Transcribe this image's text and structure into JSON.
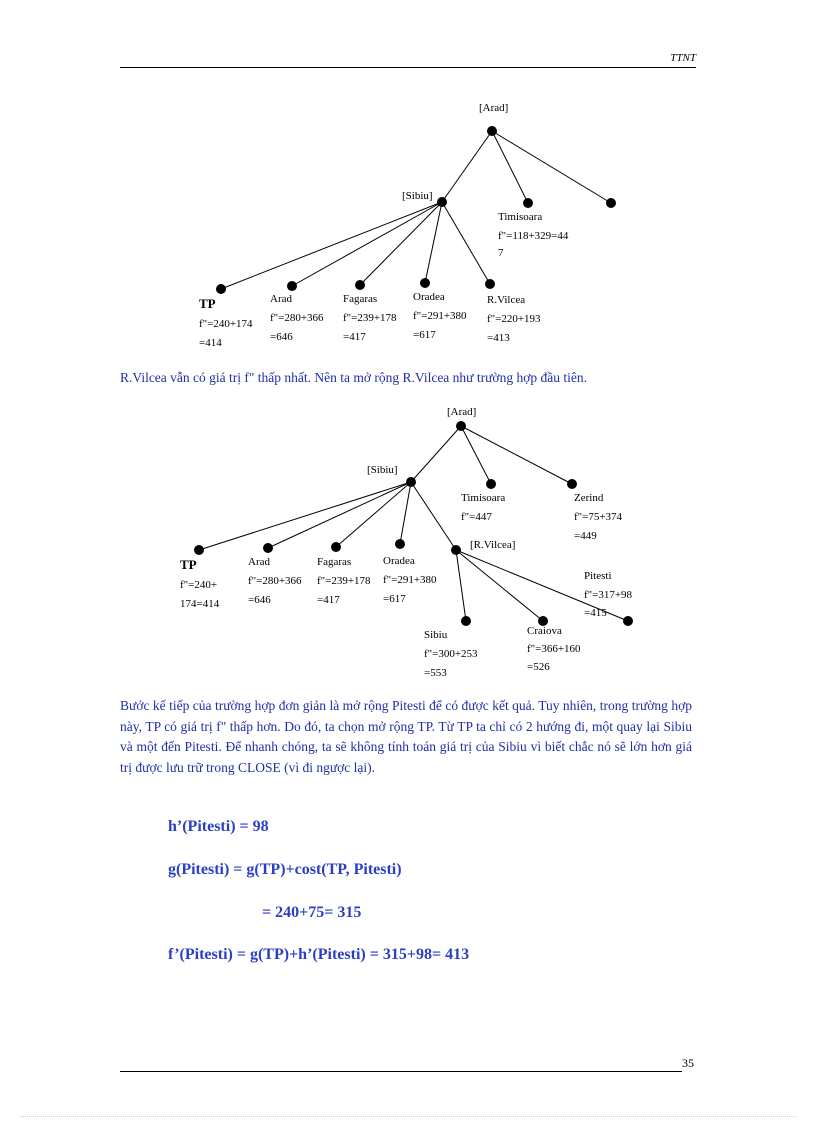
{
  "header": {
    "title": "TTNT"
  },
  "footer": {
    "page_number": "35"
  },
  "tree1": {
    "root": "[Arad]",
    "sibiu": "[Sibiu]",
    "timisoara": {
      "name": "Timisoara",
      "f1": "f\"=118+329=44",
      "f2": "7"
    },
    "tp": {
      "name": "TP",
      "f1": "f\"=240+174",
      "f2": "=414"
    },
    "arad": {
      "name": "Arad",
      "f1": "f\"=280+366",
      "f2": "=646"
    },
    "fagaras": {
      "name": "Fagaras",
      "f1": "f\"=239+178",
      "f2": "=417"
    },
    "oradea": {
      "name": "Oradea",
      "f1": "f\"=291+380",
      "f2": "=617"
    },
    "rvilcea": {
      "name": "R.Vilcea",
      "f1": "f\"=220+193",
      "f2": "=413"
    }
  },
  "para1": "R.Vilcea vẫn có giá trị f\" thấp nhất. Nên ta mở rộng R.Vilcea như trường hợp đầu tiên.",
  "tree2": {
    "root": "[Arad]",
    "sibiu": "[Sibiu]",
    "timisoara": {
      "name": "Timisoara",
      "f1": "f\"=447"
    },
    "zerind": {
      "name": "Zerind",
      "f1": "f\"=75+374",
      "f2": "=449"
    },
    "tp": {
      "name": "TP",
      "f1": "f\"=240+",
      "f2": "174=414"
    },
    "arad": {
      "name": "Arad",
      "f1": "f\"=280+366",
      "f2": "=646"
    },
    "fagaras": {
      "name": "Fagaras",
      "f1": "f\"=239+178",
      "f2": "=417"
    },
    "oradea": {
      "name": "Oradea",
      "f1": "f\"=291+380",
      "f2": "=617"
    },
    "rvilcea": "[R.Vilcea]",
    "pitesti": {
      "name": "Pitesti",
      "f1": "f\"=317+98",
      "f2": "=415"
    },
    "craiova": {
      "name": "Craiova",
      "f1": "f\"=366+160",
      "f2": "=526"
    },
    "sibiu2": {
      "name": "Sibiu",
      "f1": "f\"=300+253",
      "f2": "=553"
    }
  },
  "para2": "Bước kế tiếp của trường hợp đơn giản là mở rộng Pitesti để có được kết quả. Tuy nhiên, trong trường hợp này, TP có giá trị f\" thấp hơn. Do đó, ta chọn mở rộng TP. Từ TP ta chỉ có 2 hướng đi, một quay lại Sibiu và một đến Pitesti. Để nhanh chóng, ta sẽ không tính toán giá trị của Sibiu vì biết chắc nó sẽ lớn hơn giá trị được lưu trữ trong CLOSE (vì đi ngược lại).",
  "formulas": {
    "h": "h’(Pitesti) = 98",
    "g": "g(Pitesti) = g(TP)+cost(TP, Pitesti)",
    "g_value": "= 240+75= 315",
    "f": "f’(Pitesti) = g(TP)+h’(Pitesti) = 315+98= 413"
  }
}
